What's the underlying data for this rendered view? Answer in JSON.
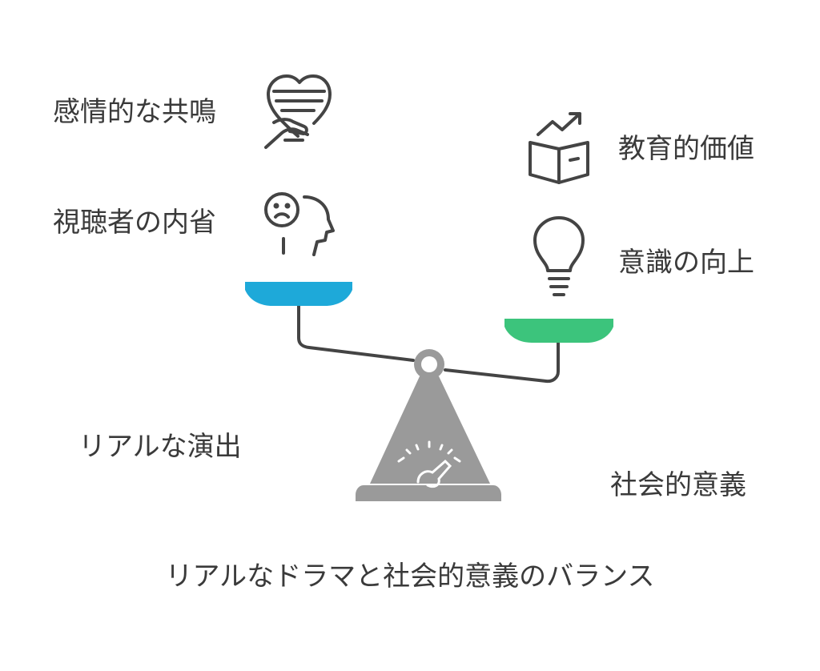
{
  "title": "リアルなドラマと社会的意義のバランス",
  "left_side": {
    "name": "リアルな演出",
    "items": [
      {
        "label": "感情的な共鳴",
        "icon": "heart-hand-icon"
      },
      {
        "label": "視聴者の内省",
        "icon": "sad-face-head-icon"
      }
    ],
    "pan_color": "#1ea9d9"
  },
  "right_side": {
    "name": "社会的意義",
    "items": [
      {
        "label": "教育的価値",
        "icon": "book-growth-icon"
      },
      {
        "label": "意識の向上",
        "icon": "lightbulb-icon"
      }
    ],
    "pan_color": "#3cc47c"
  },
  "colors": {
    "stroke": "#444444",
    "base": "#9a9a9a",
    "text": "#3a3a3a"
  }
}
